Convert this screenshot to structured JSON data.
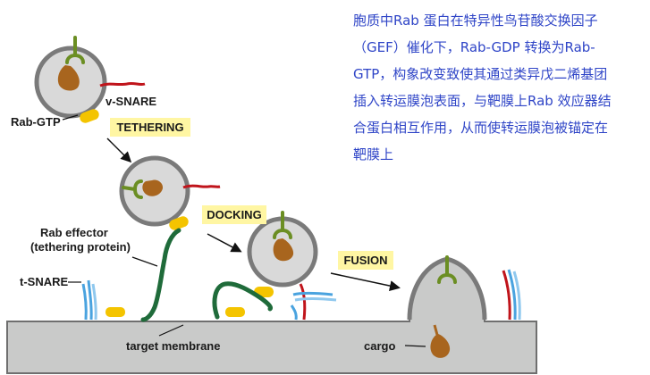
{
  "labels": {
    "v_snare": "v-SNARE",
    "rab_gtp": "Rab-GTP",
    "rab_effector_line1": "Rab effector",
    "rab_effector_line2": "(tethering protein)",
    "t_snare": "t-SNARE",
    "target_membrane": "target membrane",
    "cargo": "cargo"
  },
  "stages": {
    "tethering": "TETHERING",
    "docking": "DOCKING",
    "fusion": "FUSION"
  },
  "annotation": {
    "lines": [
      "胞质中Rab 蛋白在特异性鸟苷酸交换因子",
      "（GEF）催化下，Rab-GDP 转换为Rab-",
      "GTP，构象改变致使其通过类异戊二烯基团",
      "插入转运膜泡表面，与靶膜上Rab 效应器结",
      "合蛋白相互作用，从而使转运膜泡被锚定在",
      "靶膜上"
    ]
  },
  "colors": {
    "annotation_text": "#2f45c7",
    "stage_box": "#fff6a3",
    "vesicle_fill": "#d9d9d9",
    "vesicle_stroke": "#7a7a7a",
    "membrane": "#c9cac9",
    "rab_green": "#6b8e23",
    "v_snare_red": "#c0141b",
    "t_snare_blue": "#4aa3df",
    "cargo_brown": "#a8651e",
    "rab_gtp_yellow": "#f4c400",
    "effector_green": "#1f6b3a"
  }
}
